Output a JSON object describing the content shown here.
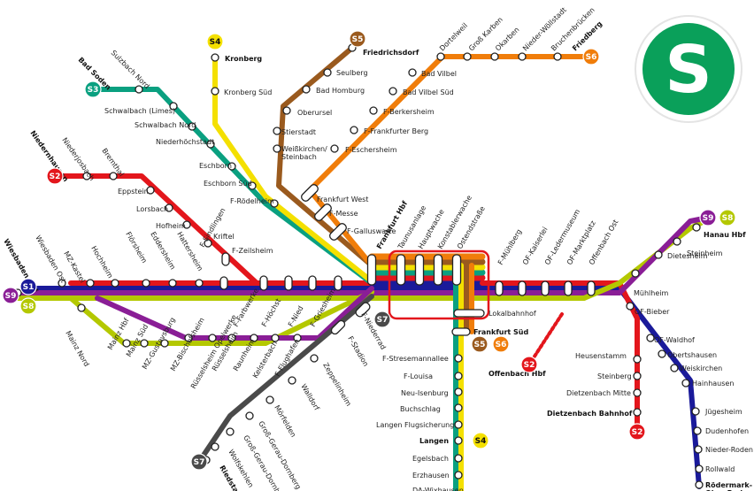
{
  "logo": {
    "letter": "S",
    "color": "#0aa05a"
  },
  "lines": {
    "S1": {
      "label": "S1",
      "color": "#1a1a9a",
      "text": "#ffffff"
    },
    "S2": {
      "label": "S2",
      "color": "#e3161c",
      "text": "#ffffff"
    },
    "S3": {
      "label": "S3",
      "color": "#0aa080",
      "text": "#ffffff"
    },
    "S4": {
      "label": "S4",
      "color": "#f4e000",
      "text": "#111111"
    },
    "S5": {
      "label": "S5",
      "color": "#9a5a1e",
      "text": "#ffffff"
    },
    "S6": {
      "label": "S6",
      "color": "#f07d0a",
      "text": "#ffffff"
    },
    "S7": {
      "label": "S7",
      "color": "#4a4a4a",
      "text": "#ffffff"
    },
    "S8": {
      "label": "S8",
      "color": "#b4c800",
      "text": "#ffffff"
    },
    "S9": {
      "label": "S9",
      "color": "#8a1e96",
      "text": "#ffffff"
    }
  },
  "stations": {
    "bad_soden": "Bad Soden",
    "sulzbach_nord": "Sulzbach Nord",
    "schwalbach_limes": "Schwalbach (Limes)",
    "schwalbach_nord": "Schwalbach Nord",
    "niederhoechstadt": "Niederhöchstadt",
    "eschborn": "Eschborn",
    "eschborn_sued": "Eschborn Süd",
    "roedelheim": "F-Rödelheim",
    "kronberg": "Kronberg",
    "kronberg_sued": "Kronberg Süd",
    "friedrichsdorf": "Friedrichsdorf",
    "seulberg": "Seulberg",
    "bad_homburg": "Bad Homburg",
    "oberursel": "Oberursel",
    "stierstadt": "Stierstadt",
    "weisskirchen": "Weißkirchen/\nSteinbach",
    "friedberg": "Friedberg",
    "bruchenbruecken": "Bruchenbrücken",
    "nieder_woellstadt": "Nieder-Wöllstadt",
    "okarben": "Okarben",
    "gross_karben": "Groß Karben",
    "dortelweil": "Dortelweil",
    "bad_vilbel": "Bad Vilbel",
    "bad_vilbel_sued": "Bad Vilbel Süd",
    "berkersheim": "F-Berkersheim",
    "frankfurter_berg": "F-Frankfurter Berg",
    "eschersheim": "F-Eschersheim",
    "frankfurt_west": "Frankfurt West",
    "messe": "F-Messe",
    "galluswarte": "F-Galluswarte",
    "frankfurt_hbf": "Frankfurt Hbf",
    "taunusanlage": "Taunusanlage",
    "hauptwache": "Hauptwache",
    "konstablerwache": "Konstablerwache",
    "ostendstrasse": "Ostendstraße",
    "lokalbahnhof": "Lokalbahnhof",
    "frankfurt_sued": "Frankfurt Süd",
    "niedernhausen": "Niedernhausen",
    "niederjosbach": "Niederjosbach",
    "bremthal": "Bremthal",
    "eppstein": "Eppstein",
    "lorsbach": "Lorsbach",
    "hofheim": "Hofheim",
    "kriftel": "Kriftel",
    "zeilsheim": "F-Zeilsheim",
    "sindlingen": "F-Sindlingen",
    "hattersheim": "Hattersheim",
    "eddersheim": "Eddersheim",
    "floersheim": "Flörsheim",
    "hochheim": "Hochheim",
    "mz_kastel": "MZ-Kastel",
    "wiesbaden_ost": "Wiesbaden Ost",
    "wiesbaden_hbf": "Wiesbaden Hbf",
    "farbwerke": "F-Farbwerke",
    "hoechst": "F-Höchst",
    "nied": "F-Nied",
    "griesheim": "F-Griesheim",
    "mainz_nord": "Mainz Nord",
    "mainz_hbf": "Mainz Hbf",
    "mainz_sued": "Mainz Süd",
    "mz_gustavsburg": "MZ-Gustavsburg",
    "mz_bischofsheim": "MZ-Bischofsheim",
    "ruesselsheim_opel": "Rüsselsheim Opelwerke",
    "ruesselsheim": "Rüsselsheim",
    "raunheim": "Raunheim",
    "kelsterbach": "Kelsterbach",
    "flughafen": "F-Flughafen",
    "stadion": "F-Stadion",
    "niederrad": "F-Niederrad",
    "zeppelinheim": "Zeppelinheim",
    "walldorf": "Walldorf",
    "moerfelden": "Mörfelden",
    "gg_dornberg": "Groß-Gerau-Dornberg",
    "gg_dornheim": "Groß-Gerau-Dornheim",
    "wolfskehlen": "Wolfskehlen",
    "riedstadt": "Riedstadt-Go",
    "stresemannallee": "F-Stresemannallee",
    "louisa": "F-Louisa",
    "neu_isenburg": "Neu-Isenburg",
    "buchschlag": "Buchschlag",
    "langen_flug": "Langen Flugsicherung",
    "langen": "Langen",
    "egelsbach": "Egelsbach",
    "erzhausen": "Erzhausen",
    "da_wixhausen": "DA-Wixhausen",
    "muehlberg": "F-Mühlberg",
    "of_kaiserlei": "OF-Kaiserlei",
    "of_ledermuseum": "OF-Ledermuseum",
    "of_marktplatz": "OF-Marktplatz",
    "offenbach_ost": "Offenbach Ost",
    "offenbach_hbf": "Offenbach Hbf",
    "muehlheim": "Mühlheim",
    "dietesheim": "Dietesheim",
    "steinheim": "Steinheim",
    "hanau_hbf": "Hanau Hbf",
    "of_bieber": "OF-Bieber",
    "heusenstamm": "Heusenstamm",
    "steinberg": "Steinberg",
    "dietzenbach_mitte": "Dietzenbach Mitte",
    "dietzenbach_bf": "Dietzenbach Bahnhof",
    "of_waldhof": "OF-Waldhof",
    "obertshausen": "Obertshausen",
    "weiskirchen": "Weiskirchen",
    "hainhausen": "Hainhausen",
    "juegesheim": "Jügesheim",
    "dudenhofen": "Dudenhofen",
    "nieder_roden": "Nieder-Roden",
    "rollwald": "Rollwald",
    "roedermark": "Rödermark-\nOber Roden"
  }
}
